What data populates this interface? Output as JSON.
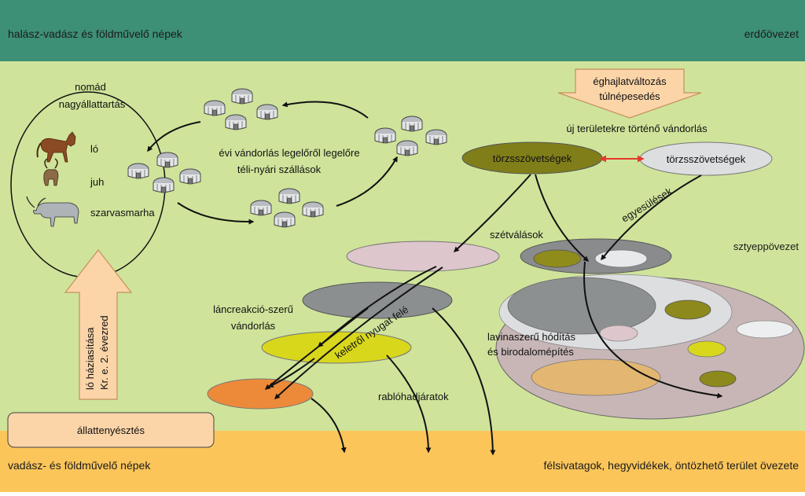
{
  "zones": {
    "top_left": "halász-vadász és földművelő népek",
    "top_right": "erdőövezet",
    "bottom_left": "vadász- és földművelő népek",
    "bottom_right": "félsivatagok, hegyvidékek, öntözhető terület övezete",
    "steppe": "sztyeppövezet"
  },
  "colors": {
    "forest": "#3d8f75",
    "steppe": "#cfe49a",
    "desert": "#fbc55a",
    "arrow": "#111111",
    "double_arrow": "#e53a2f",
    "big_arrow_fill": "#fbd4a8",
    "big_arrow_stroke": "#c4905c"
  },
  "nomad": {
    "title_line1": "nomád",
    "title_line2": "nagyállattartás",
    "horse": "ló",
    "sheep": "juh",
    "cattle": "szarvasmarha"
  },
  "migration": {
    "line1": "évi vándorlás legelőről legelőre",
    "line2": "téli-nyári szállások"
  },
  "domestication": {
    "line1": "ló háziasítása",
    "line2": "Kr. e. 2. évezred"
  },
  "husbandry": "állattenyésztés",
  "climate": {
    "line1": "éghajlatváltozás",
    "line2": "túlnépesedés"
  },
  "new_lands": "új területekre történő vándorlás",
  "tribes": {
    "left": "törzsszövetségek",
    "right": "törzsszövetségek"
  },
  "processes": {
    "unions": "egyesülések",
    "splits": "szétválások",
    "chain_line1": "láncreakció-szerű",
    "chain_line2": "vándorlás",
    "east_west": "keletről nyugat felé",
    "raids": "rablóhadjáratok",
    "avalanche_line1": "lavinaszerű hódítás",
    "avalanche_line2": "és birodalomépítés"
  }
}
